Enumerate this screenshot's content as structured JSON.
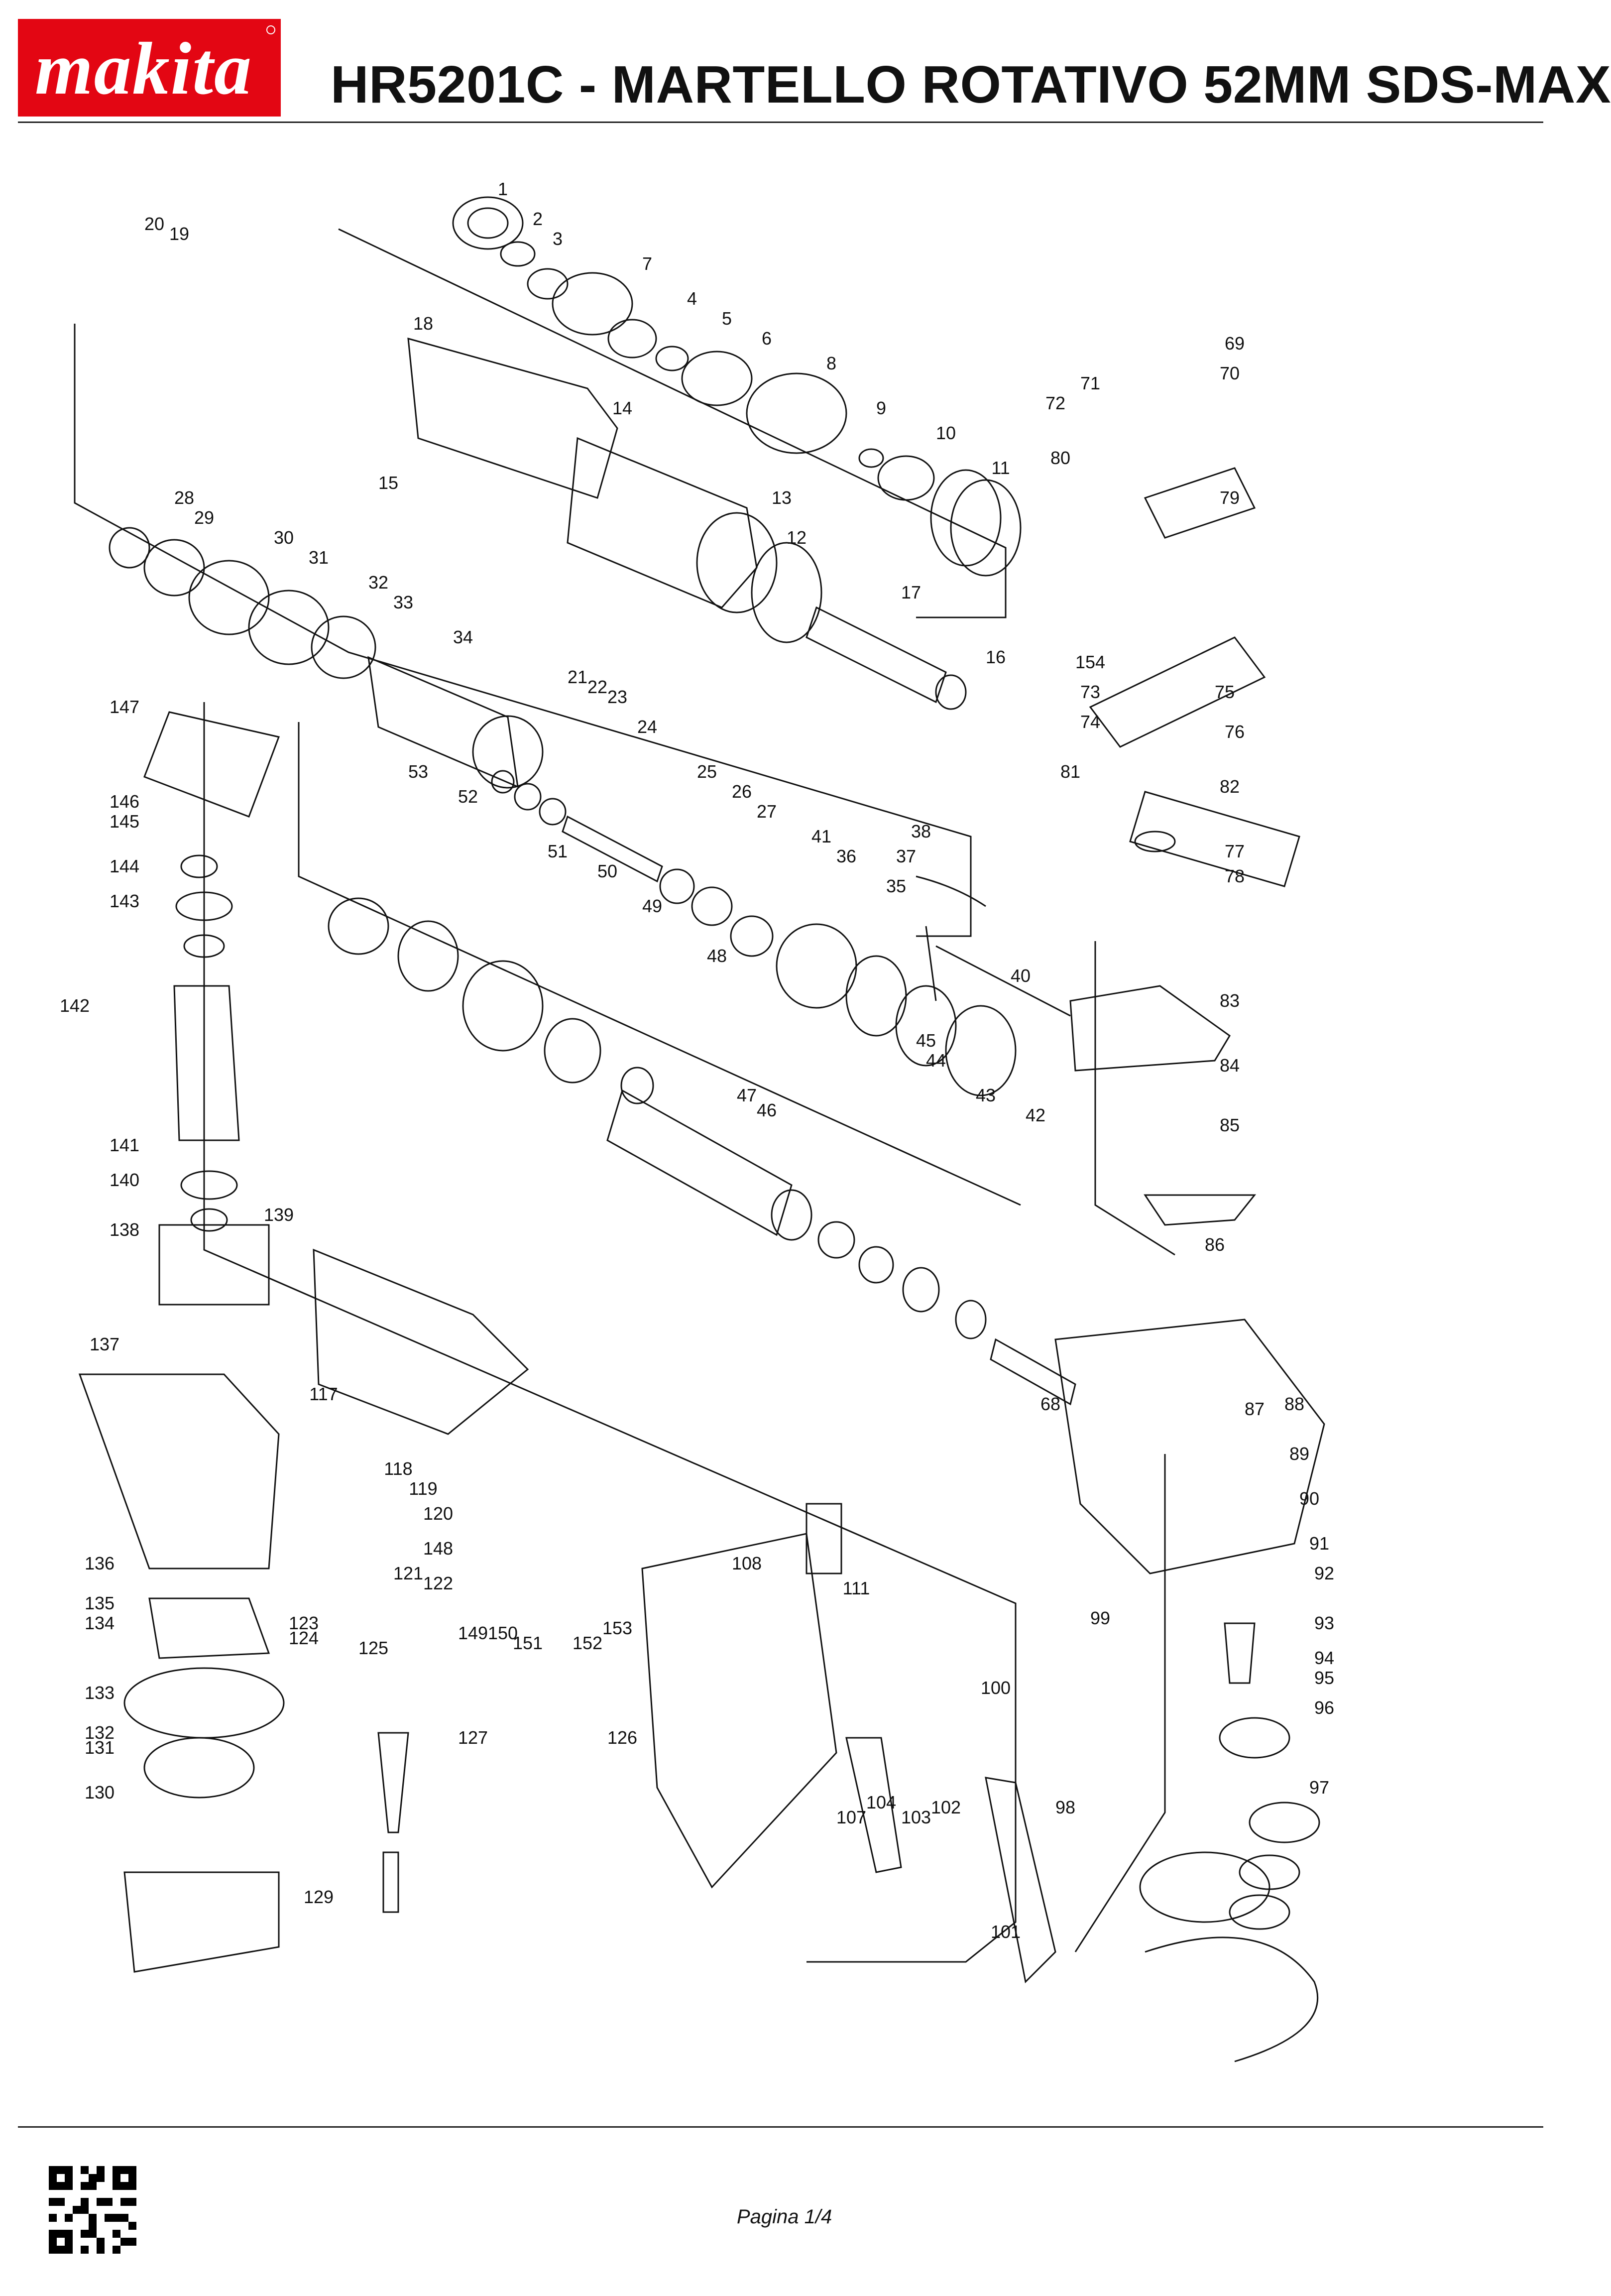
{
  "header": {
    "brand": "makita",
    "title": "HR5201C - MARTELLO ROTATIVO 52MM SDS-MAX"
  },
  "diagram": {
    "part_numbers": [
      "1",
      "2",
      "3",
      "4",
      "5",
      "6",
      "7",
      "8",
      "9",
      "10",
      "11",
      "12",
      "13",
      "14",
      "15",
      "16",
      "17",
      "18",
      "19",
      "20",
      "21",
      "22",
      "23",
      "24",
      "25",
      "26",
      "27",
      "28",
      "29",
      "30",
      "31",
      "32",
      "33",
      "34",
      "35",
      "36",
      "37",
      "38",
      "40",
      "41",
      "42",
      "43",
      "44",
      "45",
      "46",
      "47",
      "48",
      "49",
      "50",
      "51",
      "52",
      "53",
      "68",
      "69",
      "70",
      "71",
      "72",
      "73",
      "74",
      "75",
      "76",
      "77",
      "78",
      "79",
      "80",
      "81",
      "82",
      "83",
      "84",
      "85",
      "86",
      "87",
      "88",
      "89",
      "90",
      "91",
      "92",
      "93",
      "94",
      "95",
      "96",
      "97",
      "98",
      "99",
      "100",
      "101",
      "102",
      "103",
      "104",
      "107",
      "108",
      "111",
      "117",
      "118",
      "119",
      "120",
      "121",
      "122",
      "123",
      "124",
      "125",
      "126",
      "127",
      "129",
      "130",
      "131",
      "132",
      "133",
      "134",
      "135",
      "136",
      "137",
      "138",
      "139",
      "140",
      "141",
      "142",
      "143",
      "144",
      "145",
      "146",
      "147",
      "148",
      "149",
      "150",
      "151",
      "152",
      "153",
      "154"
    ]
  },
  "footer": {
    "page": "Pagina 1/4"
  },
  "icons": {
    "logo": "makita-logo-icon",
    "qr": "qr-code-icon"
  },
  "colors": {
    "brand_red": "#e30613",
    "line": "#111111"
  }
}
